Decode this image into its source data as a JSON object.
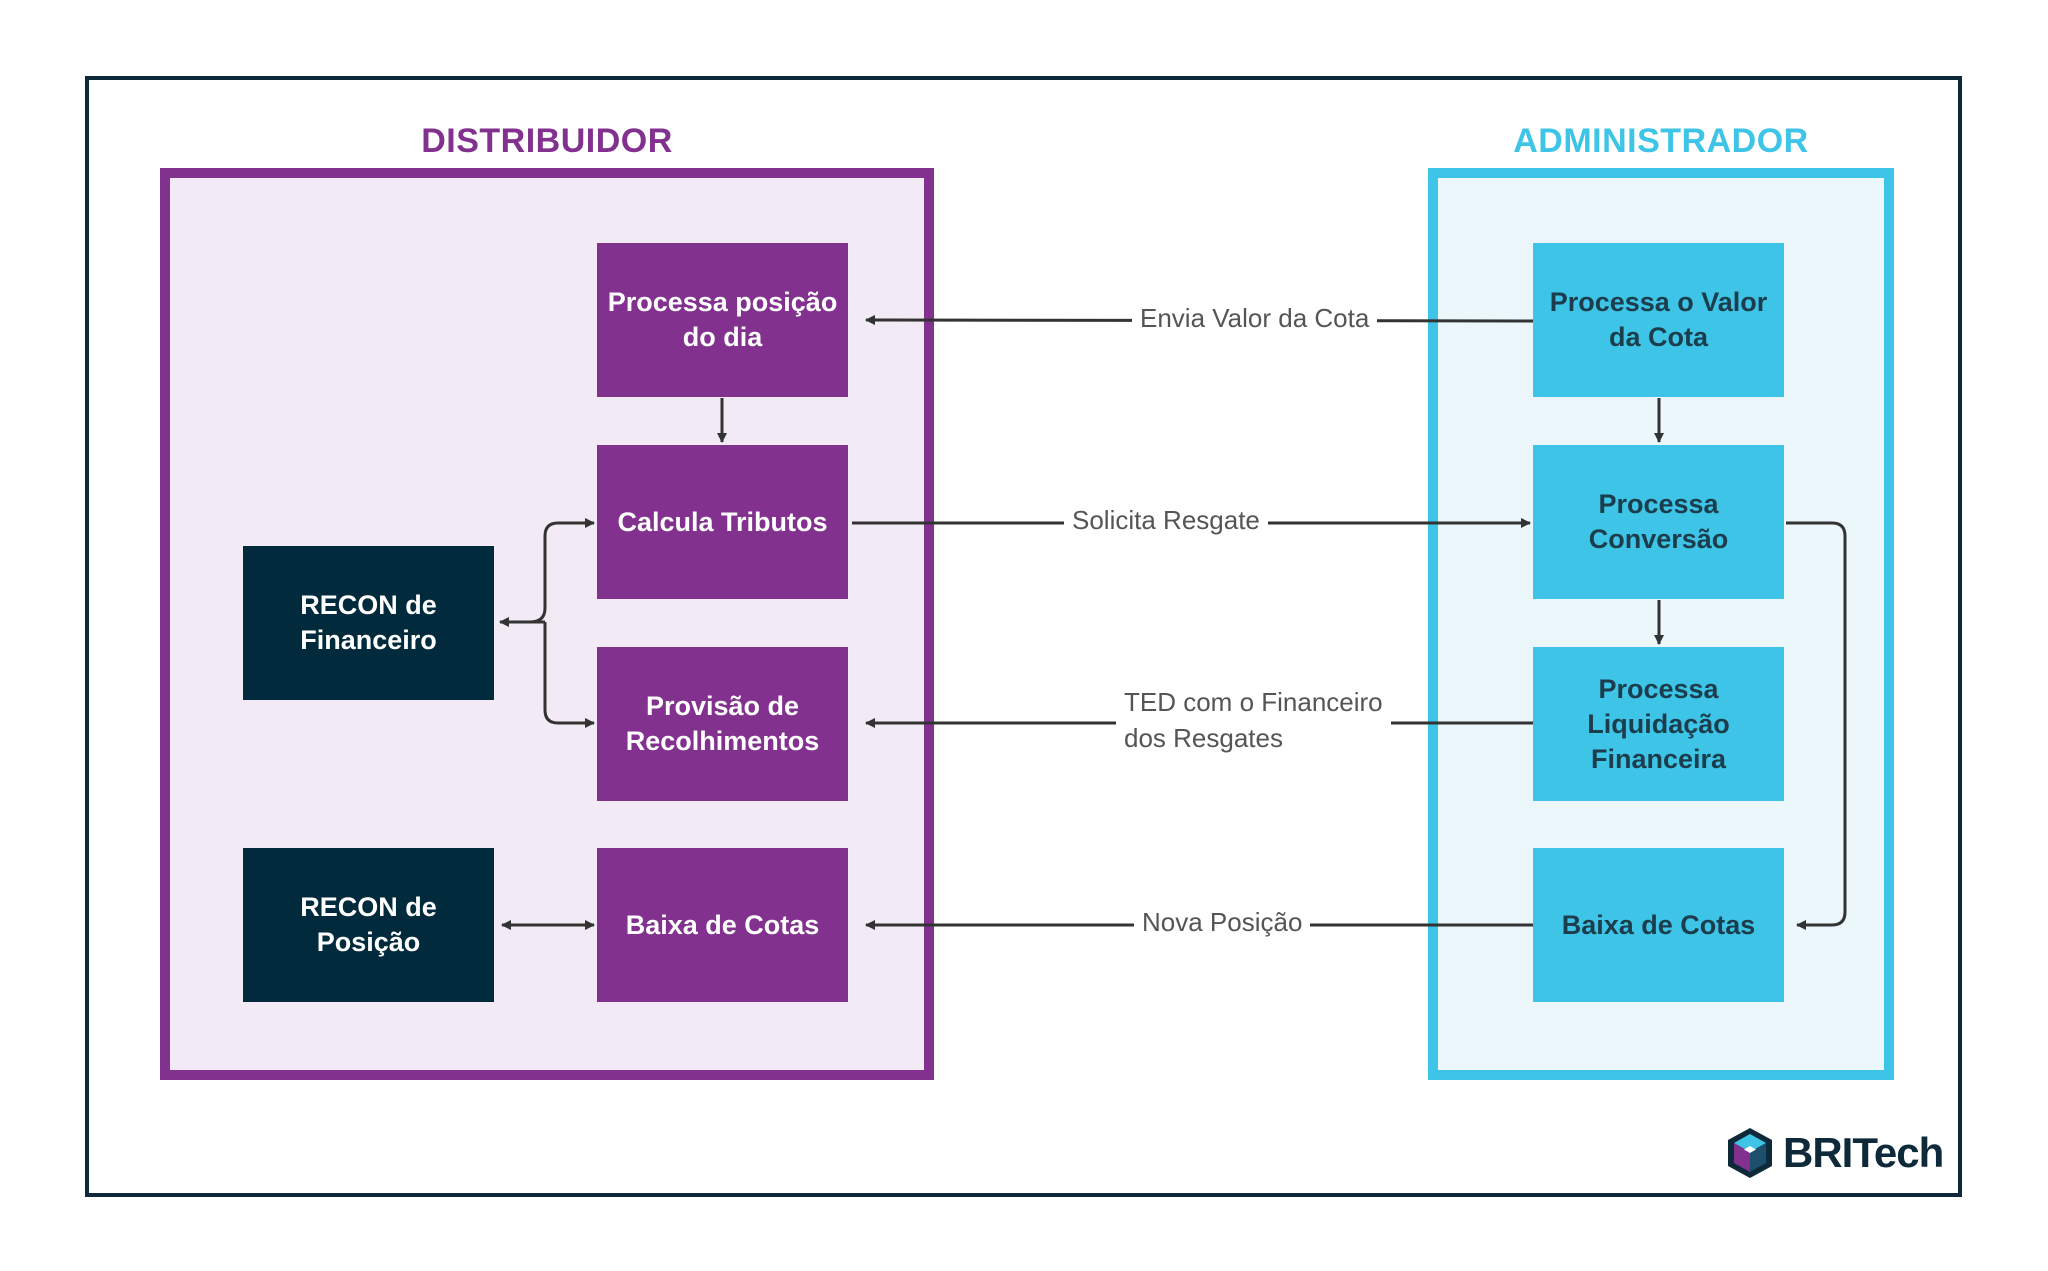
{
  "groups": {
    "distribuidor": {
      "title": "DISTRIBUIDOR"
    },
    "administrador": {
      "title": "ADMINISTRADOR"
    }
  },
  "nodes": {
    "processa_posicao": "Processa posição do dia",
    "calcula_tributos": "Calcula Tributos",
    "recon_financeiro": "RECON de Financeiro",
    "provisao_recolhimentos": "Provisão de Recolhimentos",
    "recon_posicao": "RECON de Posição",
    "baixa_cotas_dist": "Baixa de Cotas",
    "processa_valor_cota": "Processa o Valor da Cota",
    "processa_conversao": "Processa Conversão",
    "processa_liquidacao": "Processa Liquidação Financeira",
    "baixa_cotas_adm": "Baixa de Cotas"
  },
  "edges": {
    "envia_valor": "Envia Valor da Cota",
    "solicita_resgate": "Solicita Resgate",
    "ted_financeiro": "TED com o Financeiro\ndos Resgates",
    "nova_posicao": "Nova Posição"
  },
  "logo": {
    "text": "BRITech"
  },
  "colors": {
    "distribuidor": "#82318f",
    "administrador": "#3ec4e6",
    "recon": "#012a3c",
    "frame": "#0e2a3a",
    "connector": "#333333"
  },
  "icons": {
    "logo": "hexagon-cube-icon"
  }
}
